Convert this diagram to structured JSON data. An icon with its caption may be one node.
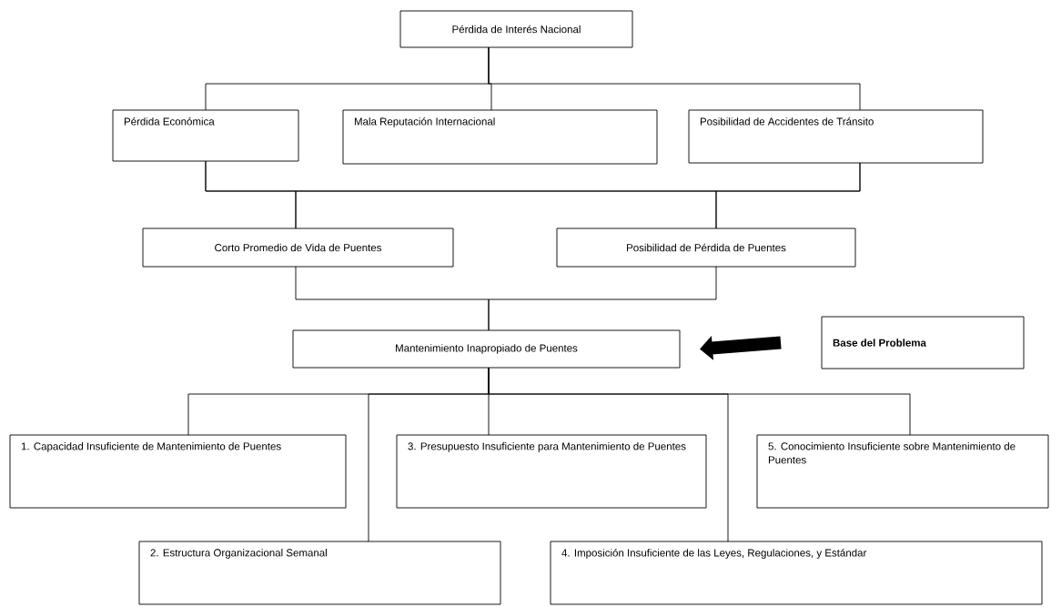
{
  "diagram": {
    "nodes": [
      {
        "text": [
          "Pérdida de Interés Nacional"
        ]
      },
      {
        "text": [
          "Pérdida Económica"
        ]
      },
      {
        "text": [
          "Mala Reputación Internacional"
        ]
      },
      {
        "text": [
          "Posibilidad de Accidentes de Tránsito"
        ]
      },
      {
        "text": [
          "Corto Promedio de Vida de Puentes"
        ]
      },
      {
        "text": [
          "Posibilidad de Pérdida de Puentes"
        ]
      },
      {
        "text": [
          "Mantenimiento Inapropiado de Puentes"
        ]
      },
      {
        "text": [
          "Base del Problema"
        ]
      },
      {
        "text": [
          "1. Capacidad Insuficiente de Mantenimiento de Puentes"
        ]
      },
      {
        "text": [
          "3. Presupuesto Insuficiente para Mantenimiento de Puentes"
        ]
      },
      {
        "text": [
          "5. Conocimiento Insuficiente sobre Mantenimiento de Puentes"
        ]
      },
      {
        "text": [
          "2. Estructura Organizacional Semanal"
        ]
      },
      {
        "text": [
          "4. Imposición Insuficiente de las Leyes, Regulaciones, y Estándar"
        ]
      }
    ],
    "edges": [
      {
        "from": 0,
        "to": 1,
        "arrow": "none"
      },
      {
        "from": 0,
        "to": 2,
        "arrow": "none"
      },
      {
        "from": 0,
        "to": 3,
        "arrow": "none"
      },
      {
        "from": 1,
        "to": 4,
        "arrow": "none"
      },
      {
        "from": 1,
        "to": 5,
        "arrow": "none"
      },
      {
        "from": 3,
        "to": 4,
        "arrow": "none"
      },
      {
        "from": 3,
        "to": 5,
        "arrow": "none"
      },
      {
        "from": 4,
        "to": 6,
        "arrow": "none"
      },
      {
        "from": 5,
        "to": 6,
        "arrow": "none"
      },
      {
        "from": 6,
        "to": 8,
        "arrow": "none"
      },
      {
        "from": 6,
        "to": 11,
        "arrow": "none"
      },
      {
        "from": 6,
        "to": 9,
        "arrow": "none"
      },
      {
        "from": 6,
        "to": 12,
        "arrow": "none"
      },
      {
        "from": 6,
        "to": 10,
        "arrow": "none"
      },
      {
        "from": 7,
        "to": 6,
        "arrow": "to",
        "style": "thick"
      }
    ]
  }
}
